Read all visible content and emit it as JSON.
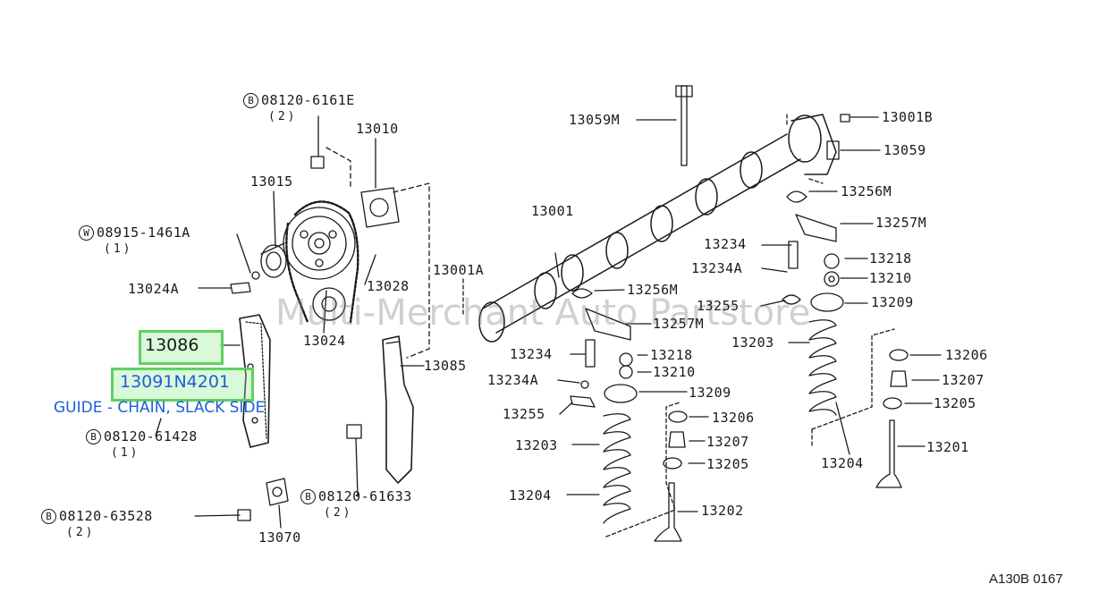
{
  "callouts": {
    "b_08120_6161e": "08120-6161E",
    "q_2_top": "(2)",
    "p_13010": "13010",
    "p_13015": "13015",
    "w_08915_1461a": "08915-1461A",
    "q_1_w": "(1)",
    "p_13024a": "13024A",
    "p_13028": "13028",
    "p_13024": "13024",
    "p_13001a": "13001A",
    "p_13085": "13085",
    "b_08120_61428": "08120-61428",
    "q_1_b": "(1)",
    "b_08120_61633": "08120-61633",
    "q_2_mid": "(2)",
    "b_08120_63528": "08120-63528",
    "q_2_low": "(2)",
    "p_13070": "13070",
    "p_13059m": "13059M",
    "p_13001b": "13001B",
    "p_13059": "13059",
    "p_13256m_r": "13256M",
    "p_13257m_r": "13257M",
    "p_13001": "13001",
    "p_13234_r": "13234",
    "p_13218_r": "13218",
    "p_13234a_r": "13234A",
    "p_13210_r": "13210",
    "p_13256m_m": "13256M",
    "p_13255_r": "13255",
    "p_13209_r": "13209",
    "p_13257m_m": "13257M",
    "p_13203_r": "13203",
    "p_13206_r": "13206",
    "p_13234_l": "13234",
    "p_13218_l": "13218",
    "p_13207_r": "13207",
    "p_13234a_l": "13234A",
    "p_13210_l": "13210",
    "p_13205_r": "13205",
    "p_13209_l": "13209",
    "p_13255_l": "13255",
    "p_13206_l": "13206",
    "p_13201": "13201",
    "p_13203_l": "13203",
    "p_13207_l": "13207",
    "p_13204_r": "13204",
    "p_13205_l": "13205",
    "p_13204_l": "13204",
    "p_13202": "13202"
  },
  "markers": {
    "b": "B",
    "w": "W"
  },
  "highlights": {
    "part_13086": "13086",
    "part_13091": "13091N4201",
    "description": "GUIDE - CHAIN, SLACK SIDE"
  },
  "watermark": "Multi-Merchant Auto Partstore",
  "figure_code": "A130B 0167"
}
